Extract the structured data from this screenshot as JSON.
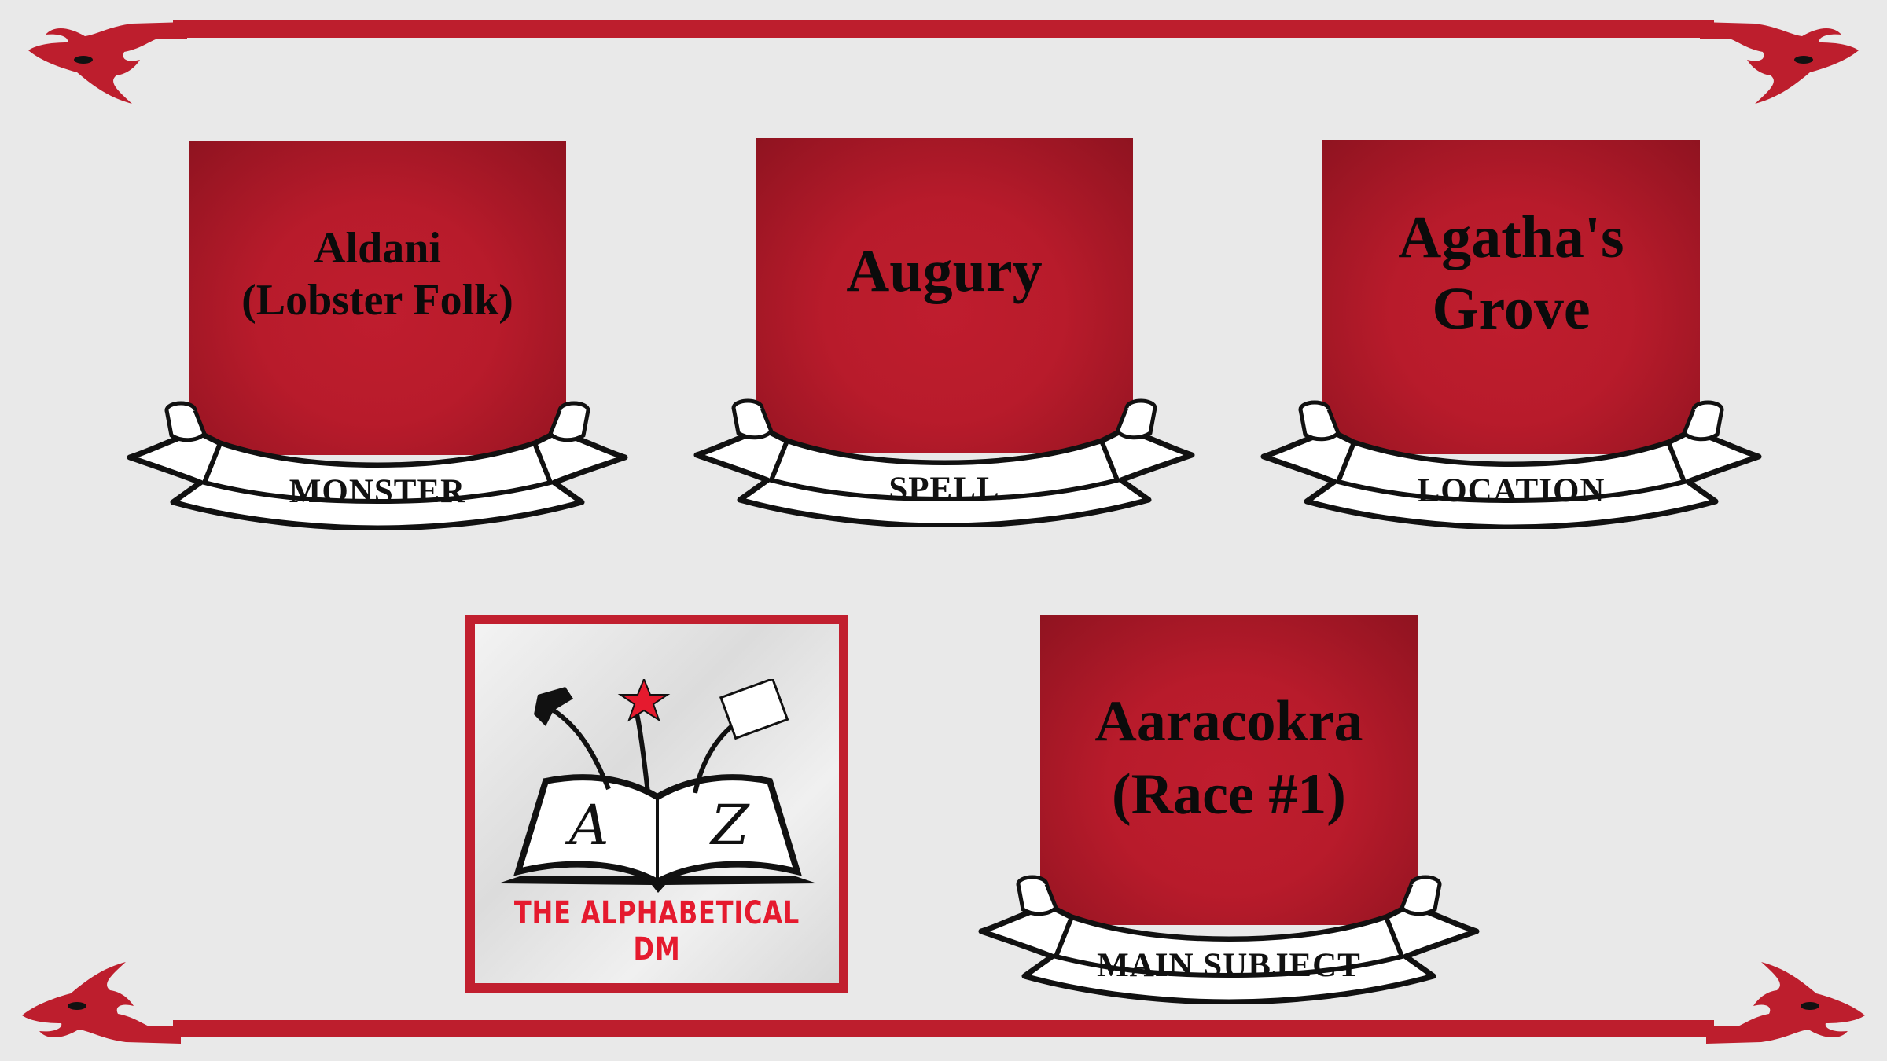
{
  "cards": [
    {
      "title": "Aldani\n(Lobster Folk)",
      "label": "MONSTER"
    },
    {
      "title": "Augury",
      "label": "SPELL"
    },
    {
      "title": "Agatha's\nGrove",
      "label": "LOCATION"
    },
    {
      "title": "Aaracokra\n(Race #1)",
      "label": "MAIN SUBJECT"
    }
  ],
  "logo": {
    "text": "THE ALPHABETICAL DM",
    "page_letters": [
      "A",
      "Z"
    ]
  },
  "colors": {
    "accent": "#bd1e2d",
    "background": "#e9e9e9"
  }
}
